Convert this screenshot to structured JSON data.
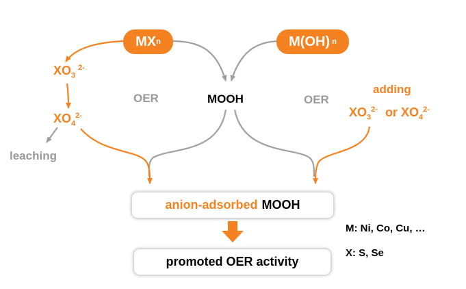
{
  "colors": {
    "orange": "#f58220",
    "gray": "#9a9a9a",
    "black": "#000000"
  },
  "nodes": {
    "mxn": {
      "main": "MX",
      "sub": "n"
    },
    "moh": {
      "main": "M(OH)",
      "sub": "n"
    },
    "mooh": "MOOH"
  },
  "labels": {
    "oer_left": "OER",
    "oer_right": "OER",
    "leaching": "leaching",
    "xo3": {
      "main": "XO",
      "sub": "3",
      "sup": "2-"
    },
    "xo4": {
      "main": "XO",
      "sub": "4",
      "sup": "2-"
    },
    "adding": "adding",
    "adding_xo3": {
      "main": "XO",
      "sub": "3",
      "sup": "2-"
    },
    "or": "or",
    "adding_xo4": {
      "main": "XO",
      "sub": "4",
      "sup": "2-"
    }
  },
  "boxes": {
    "adsorbed_prefix": "anion-adsorbed",
    "adsorbed_suffix": "MOOH",
    "promoted": "promoted OER activity"
  },
  "legend": {
    "m_line": "M: Ni, Co, Cu, …",
    "x_line": "X: S, Se"
  }
}
